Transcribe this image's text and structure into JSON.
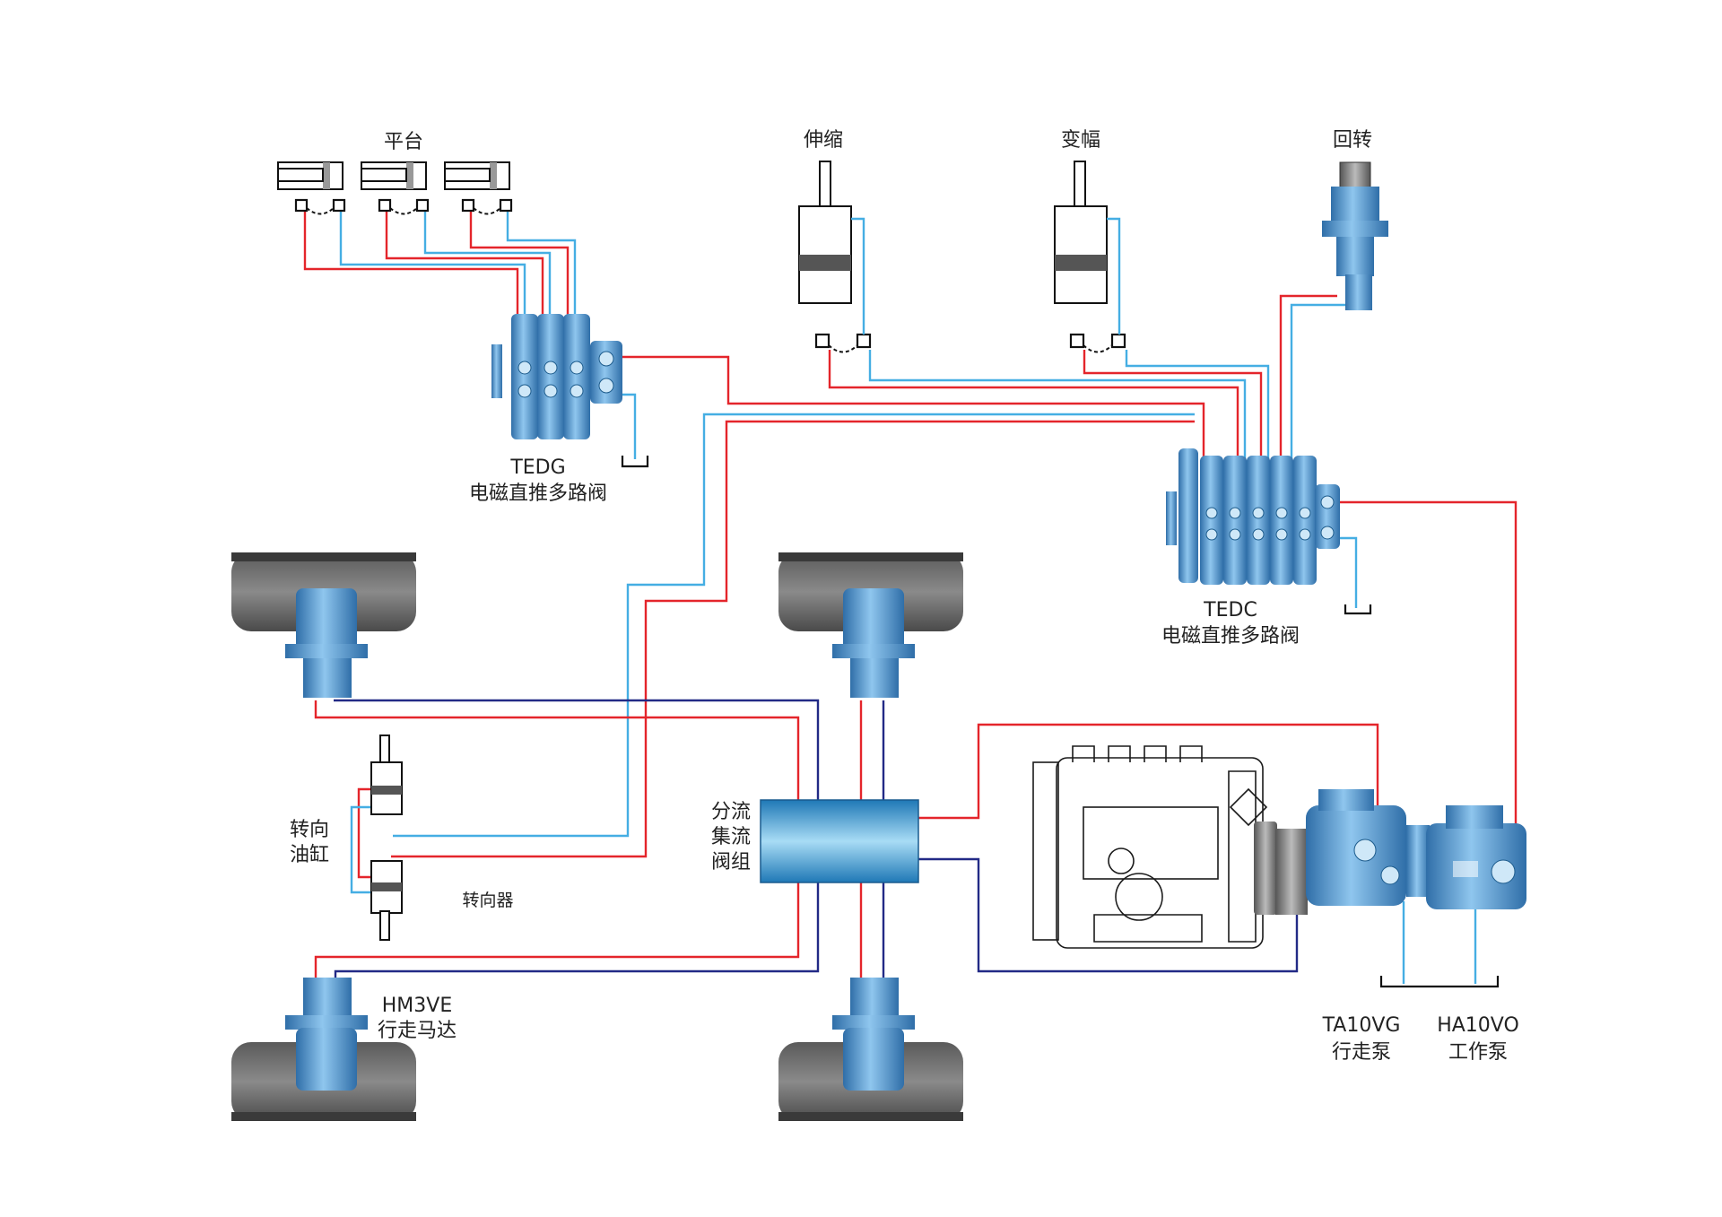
{
  "labels": {
    "platform": "平台",
    "telescope": "伸缩",
    "luffing": "变幅",
    "slewing": "回转",
    "tedg_model": "TEDG",
    "tedg_name": "电磁直推多路阀",
    "tedc_model": "TEDC",
    "tedc_name": "电磁直推多路阀",
    "steer_cyl_line1": "转向",
    "steer_cyl_line2": "油缸",
    "steering_unit": "转向器",
    "divider_line1": "分流",
    "divider_line2": "集流",
    "divider_line3": "阀组",
    "motor_model": "HM3VE",
    "motor_name": "行走马达",
    "travel_pump_model": "TA10VG",
    "travel_pump_name": "行走泵",
    "work_pump_model": "HA10VO",
    "work_pump_name": "工作泵"
  },
  "colors": {
    "pressure_line": "#e4252b",
    "return_line": "#45aee3",
    "travel_line": "#222a86",
    "component_blue": "#4f95cf",
    "tire": "#444444"
  }
}
